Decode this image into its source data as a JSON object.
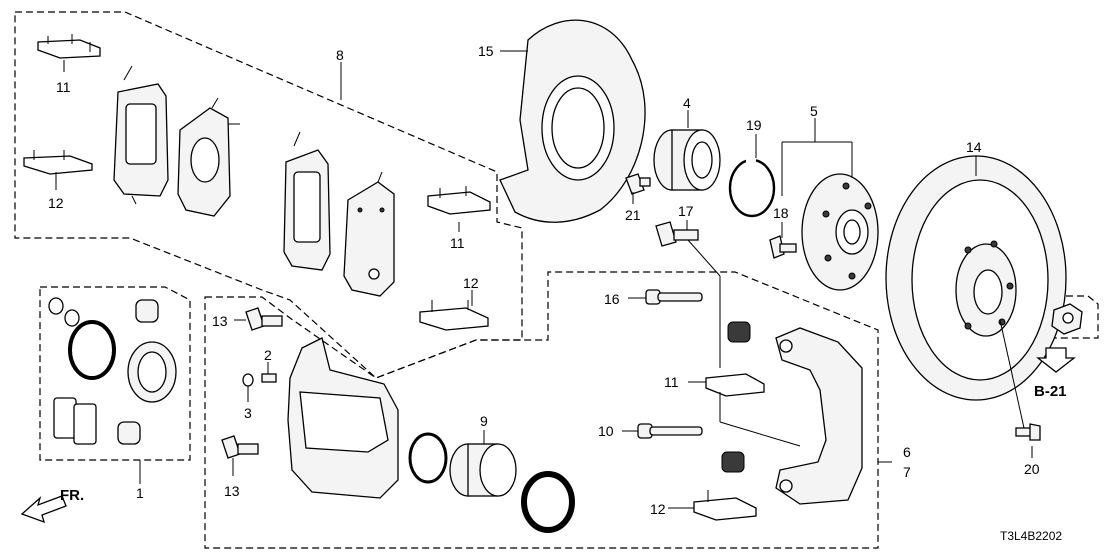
{
  "callouts": {
    "n1": "1",
    "n2": "2",
    "n3": "3",
    "n4": "4",
    "n5": "5",
    "n6": "6",
    "n7": "7",
    "n8": "8",
    "n9": "9",
    "n10": "10",
    "n11a": "11",
    "n11b": "11",
    "n11c": "11",
    "n12a": "12",
    "n12b": "12",
    "n12c": "12",
    "n13a": "13",
    "n13b": "13",
    "n14": "14",
    "n15": "15",
    "n16": "16",
    "n17": "17",
    "n18": "18",
    "n19": "19",
    "n20": "20",
    "n21": "21"
  },
  "reference": {
    "label": "B-21"
  },
  "direction": {
    "label": "FR."
  },
  "diagram_code": "T3L4B2202"
}
